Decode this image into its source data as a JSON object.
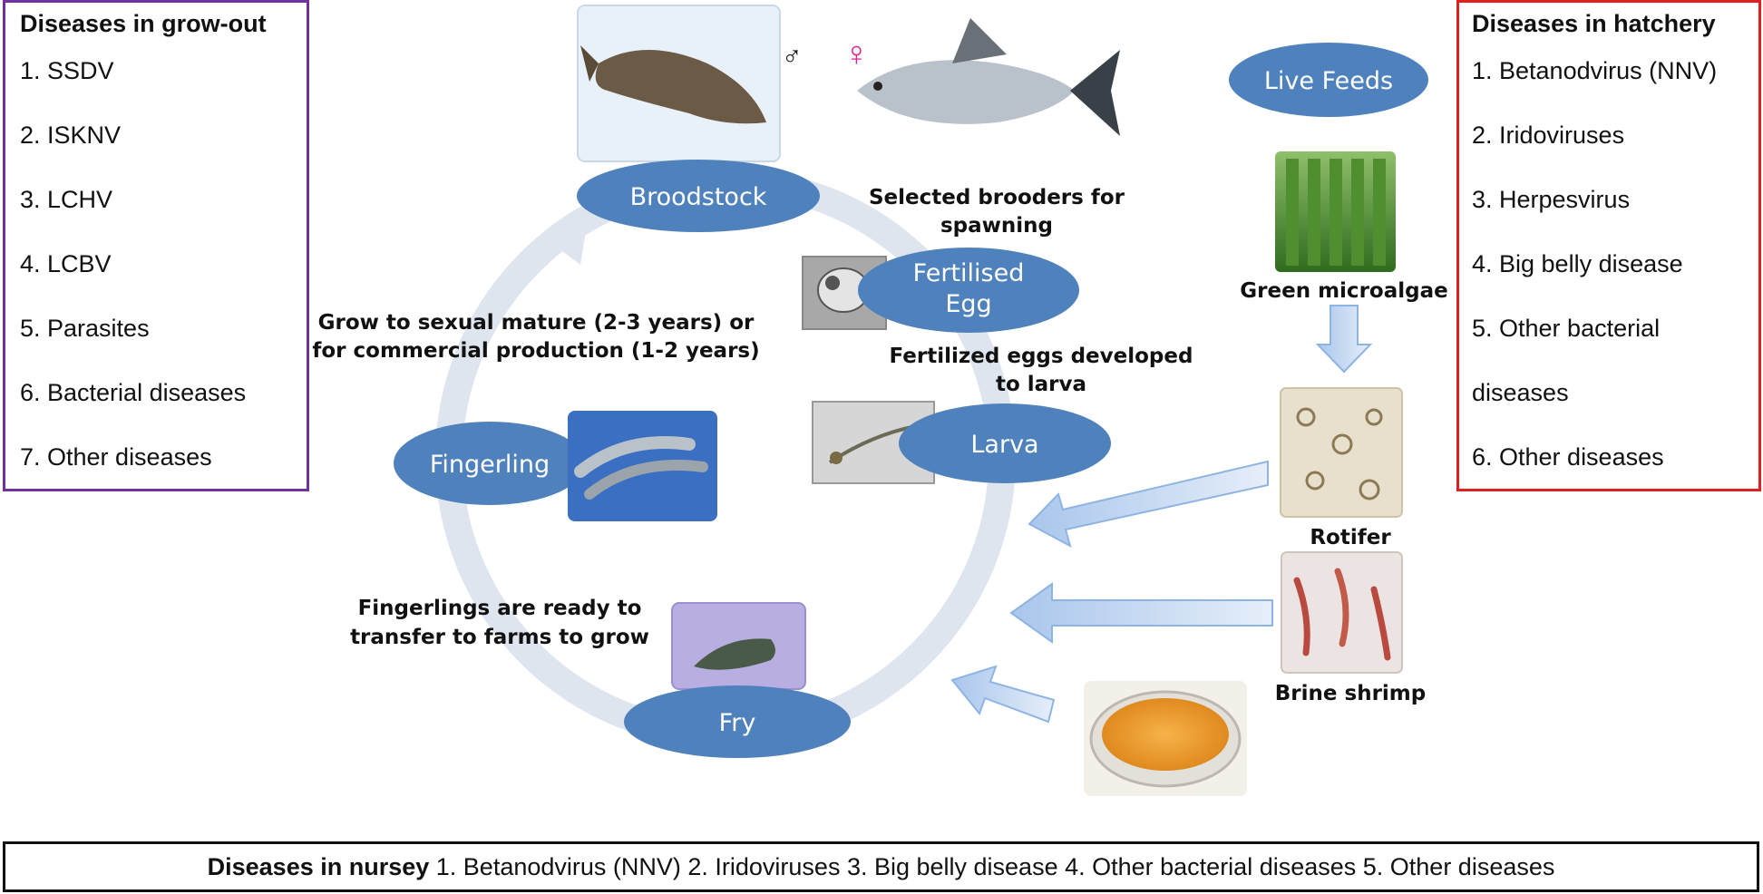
{
  "growout": {
    "title": "Diseases in grow-out",
    "items": [
      "1. SSDV",
      "2. ISKNV",
      "3. LCHV",
      "4. LCBV",
      "5. Parasites",
      "6. Bacterial diseases",
      "7. Other diseases"
    ]
  },
  "hatchery": {
    "title": "Diseases in hatchery",
    "items": [
      "1. Betanodvirus (NNV)",
      "2. Iridoviruses",
      "3. Herpesvirus",
      "4. Big belly disease",
      "5. Other bacterial",
      "diseases",
      "6. Other diseases"
    ]
  },
  "nursery": {
    "title": "Diseases in nursey",
    "text": "1.  Betanodvirus (NNV) 2. Iridoviruses 3. Big belly disease 4. Other bacterial diseases 5. Other diseases"
  },
  "stages": {
    "broodstock": "Broodstock",
    "egg_line1": "Fertilised",
    "egg_line2": "Egg",
    "larva": "Larva",
    "fry": "Fry",
    "fingerling": "Fingerling",
    "live_feeds": "Live Feeds"
  },
  "symbols": {
    "male": "♂",
    "female": "♀"
  },
  "captions": {
    "selected_1": "Selected brooders for",
    "selected_2": "spawning",
    "eggs_1": "Fertilized eggs developed",
    "eggs_2": "to larva",
    "grow_1": "Grow to sexual mature (2-3 years) or",
    "grow_2": "for commercial production (1-2 years)",
    "fingerlings_1": "Fingerlings are ready to",
    "fingerlings_2": "transfer to farms to grow",
    "microalgae": "Green microalgae",
    "rotifer": "Rotifer",
    "brine_shrimp": "Brine shrimp"
  },
  "colors": {
    "ellipse": "#4f81bd",
    "cycle_ring": "#dde3ee",
    "arrow_fill": "#c6d9f1",
    "arrow_stroke": "#8eb4e3",
    "growout_border": "#7030a0",
    "hatchery_border": "#e02020",
    "female_symbol": "#e0218a"
  },
  "icons": [
    "barramundi-male-photo",
    "barramundi-female-photo",
    "egg-photo",
    "larva-photo",
    "fingerling-photo",
    "fry-photo",
    "microalgae-photo",
    "rotifer-photo",
    "brine-shrimp-photo",
    "feed-pellet-photo"
  ]
}
